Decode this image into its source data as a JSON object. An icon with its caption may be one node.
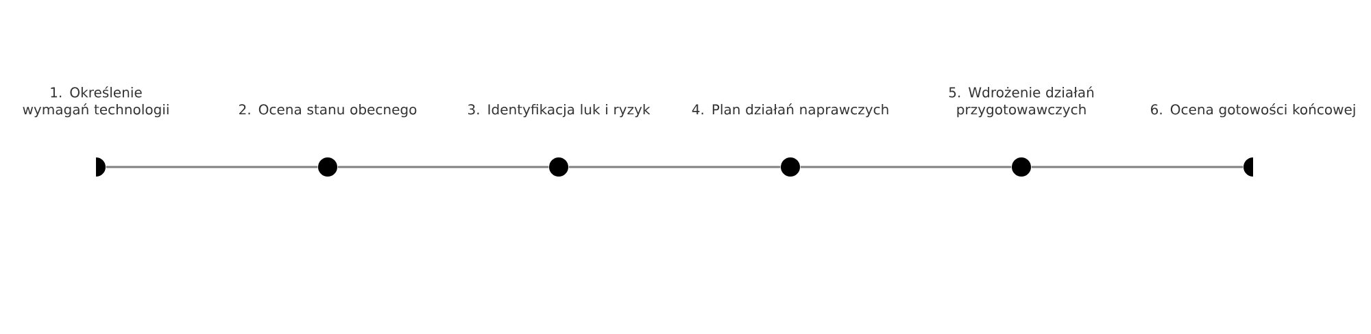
{
  "diagram": {
    "nodes": [
      {
        "text": [
          "1. Określenie wymagań technologii"
        ]
      },
      {
        "text": [
          "2. Ocena stanu obecnego"
        ]
      },
      {
        "text": [
          "3. Identyfikacja luk i ryzyk"
        ]
      },
      {
        "text": [
          "4. Plan działań naprawczych"
        ]
      },
      {
        "text": [
          "5. Wdrożenie działań przygotowawczych"
        ]
      },
      {
        "text": [
          "6. Ocena gotowości końcowej"
        ]
      }
    ],
    "edges": [
      {
        "from": 0,
        "to": 1,
        "arrow": "none"
      },
      {
        "from": 1,
        "to": 2,
        "arrow": "none"
      },
      {
        "from": 2,
        "to": 3,
        "arrow": "none"
      },
      {
        "from": 3,
        "to": 4,
        "arrow": "none"
      },
      {
        "from": 4,
        "to": 5,
        "arrow": "none"
      }
    ]
  }
}
